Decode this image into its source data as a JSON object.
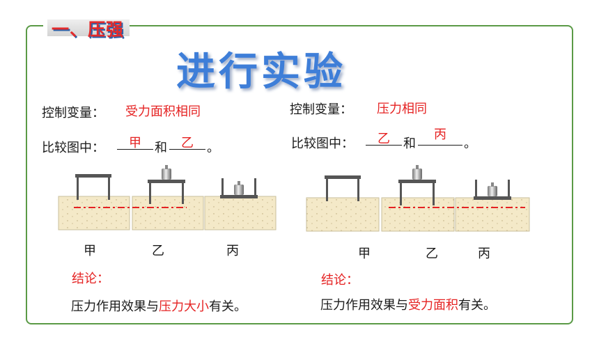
{
  "section": {
    "title": "一、压强"
  },
  "main_title": "进行实验",
  "left": {
    "control_label": "控制变量：",
    "control_value": "受力面积相同",
    "compare_label": "比较图中：",
    "blank1": "甲",
    "and": "和",
    "blank2": "乙",
    "period": "。",
    "labels": [
      "甲",
      "乙",
      "丙"
    ],
    "conclusion_label": "结论：",
    "conclusion_prefix": "压力作用效果与",
    "conclusion_highlight": "压力大小",
    "conclusion_suffix": "有关。"
  },
  "right": {
    "control_label": "控制变量：",
    "control_value": "压力相同",
    "compare_label": "比较图中：",
    "blank1": "乙",
    "and": "和",
    "blank2": "丙",
    "period": "。",
    "labels": [
      "甲",
      "乙",
      "丙"
    ],
    "conclusion_label": "结论：",
    "conclusion_prefix": "压力作用效果与",
    "conclusion_highlight": "受力面积",
    "conclusion_suffix": "有关。"
  },
  "colors": {
    "frame": "#5a9a46",
    "title_blue": "#3e7ed8",
    "highlight_red": "#e52222",
    "sand": "#f4e9c8"
  }
}
